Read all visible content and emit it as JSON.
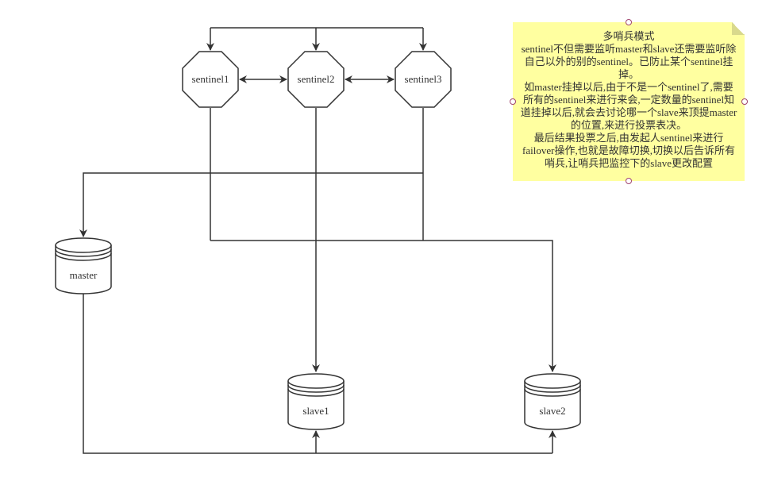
{
  "colors": {
    "stroke": "#333333",
    "note_bg": "#ffffa0",
    "handle": "#a0446e"
  },
  "nodes": {
    "sentinel1": "sentinel1",
    "sentinel2": "sentinel2",
    "sentinel3": "sentinel3",
    "master": "master",
    "slave1": "slave1",
    "slave2": "slave2"
  },
  "note": {
    "lines": [
      "多哨兵模式",
      "sentinel不但需要监听master和slave还需要监听除自己以外的别的sentinel。已防止某个sentinel挂掉。",
      "如master挂掉以后,由于不是一个sentinel了,需要所有的sentinel来进行来会,一定数量的sentinel知道挂掉以后,就会去讨论哪一个slave来顶提master的位置,来进行投票表决。",
      "最后结果投票之后,由发起人sentinel来进行failover操作,也就是故障切换,切换以后告诉所有哨兵,让哨兵把监控下的slave更改配置"
    ]
  }
}
